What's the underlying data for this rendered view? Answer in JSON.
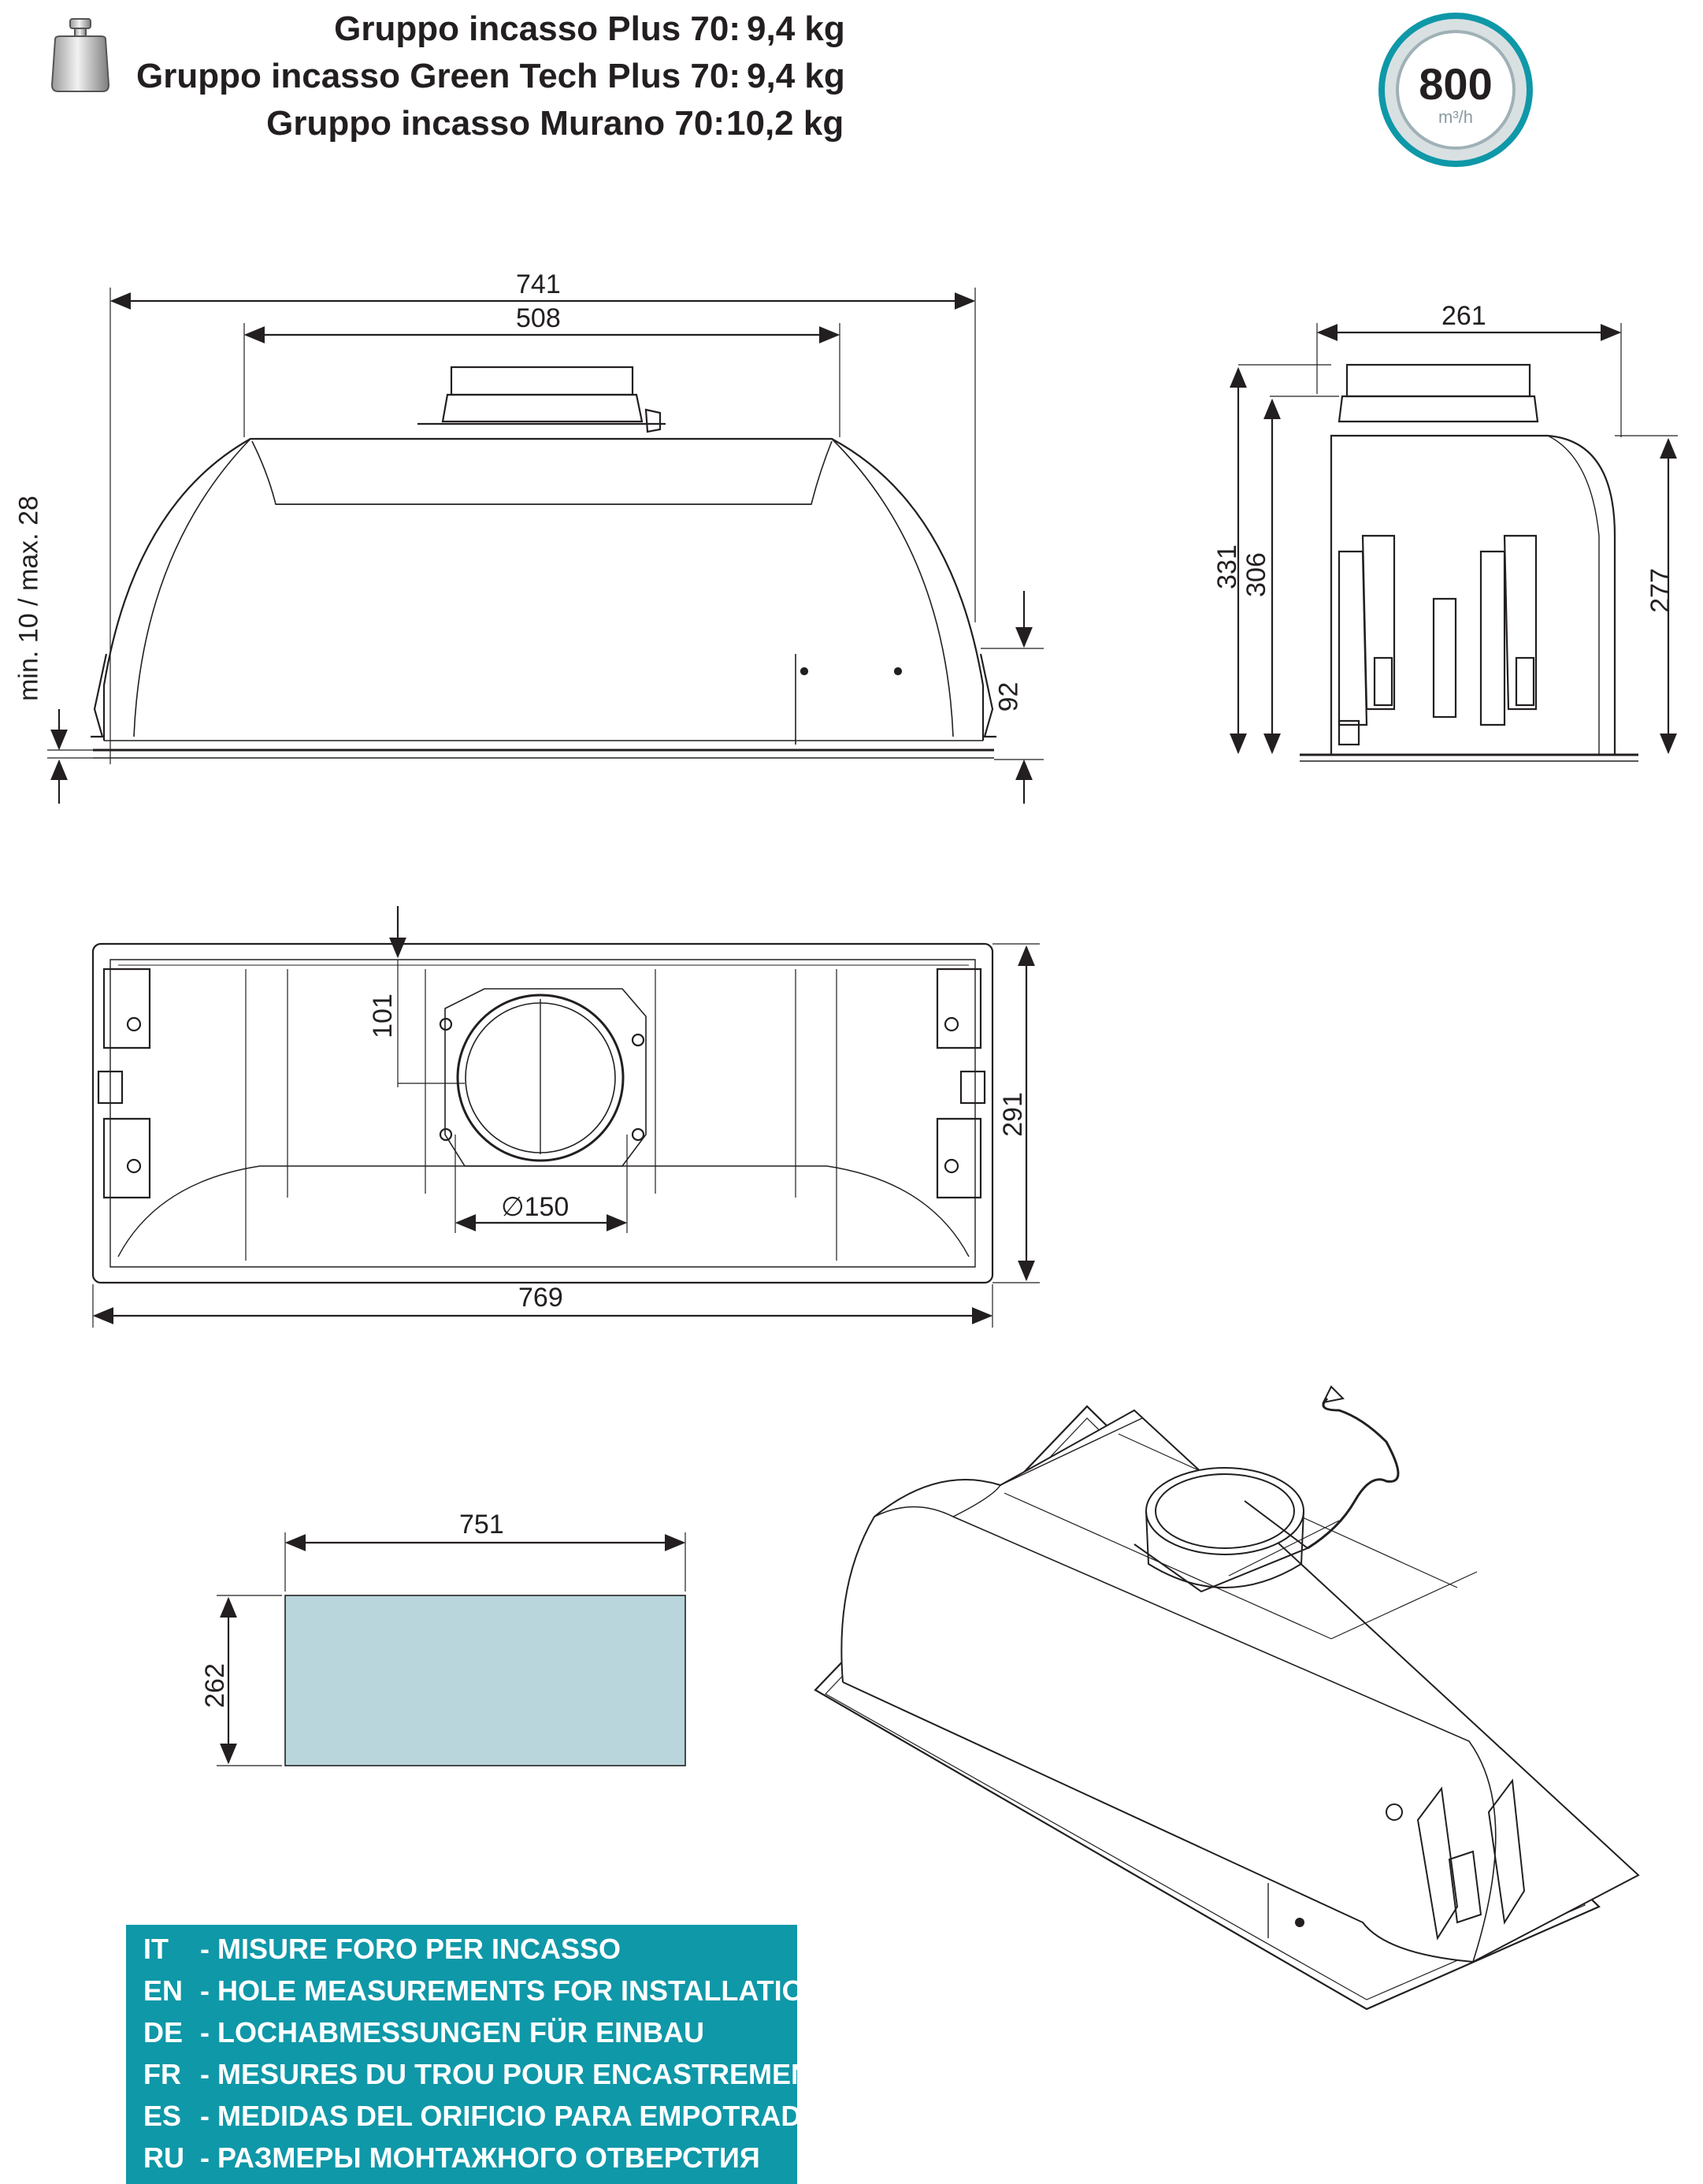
{
  "weights": [
    {
      "name": "Gruppo incasso Plus  70:",
      "value": "9,4 kg"
    },
    {
      "name": "Gruppo incasso Green Tech Plus  70:",
      "value": "9,4 kg"
    },
    {
      "name": "Gruppo incasso Murano 70:",
      "value": "10,2 kg"
    }
  ],
  "airflow_badge": {
    "value": "800",
    "unit": "m³/h"
  },
  "front_view": {
    "overall_width": "741",
    "inner_width": "508",
    "vertical_label": "min. 10 / max. 28",
    "height": "92"
  },
  "side_view": {
    "depth": "261",
    "total_height": "331",
    "body_height": "306",
    "side_height": "277"
  },
  "top_view": {
    "offset": "101",
    "duct_diameter": "∅150",
    "depth": "291",
    "width": "769"
  },
  "cutout": {
    "width": "751",
    "height": "262",
    "fill": "#b9d6dd"
  },
  "legend": {
    "background": "#0f98a8",
    "lines": [
      {
        "code": "IT",
        "text": "- MISURE FORO PER INCASSO"
      },
      {
        "code": "EN",
        "text": "- HOLE MEASUREMENTS FOR INSTALLATION"
      },
      {
        "code": "DE",
        "text": "- LOCHABMESSUNGEN FÜR EINBAU"
      },
      {
        "code": "FR",
        "text": "- MESURES DU TROU POUR ENCASTREMENT"
      },
      {
        "code": "ES",
        "text": "- MEDIDAS DEL ORIFICIO PARA EMPOTRADO"
      },
      {
        "code": "RU",
        "text": "- РАЗМЕРЫ МОНТАЖНОГО ОТВЕРСТИЯ"
      }
    ]
  },
  "colors": {
    "teal": "#0f98a8",
    "line": "#231f20",
    "cutout_fill": "#b9d6dd"
  },
  "icons": [
    "weight-icon",
    "airflow-badge-icon"
  ]
}
